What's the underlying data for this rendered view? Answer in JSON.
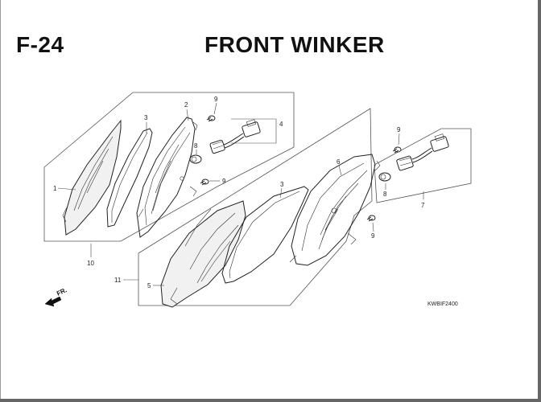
{
  "header": {
    "section_code": "F-24",
    "title": "FRONT WINKER"
  },
  "callouts": {
    "n1": "1",
    "n2": "2",
    "n3a": "3",
    "n3b": "3",
    "n4": "4",
    "n5": "5",
    "n6": "6",
    "n7": "7",
    "n8a": "8",
    "n8b": "8",
    "n9a": "9",
    "n9b": "9",
    "n9c": "9",
    "n9d": "9",
    "n10": "10",
    "n11": "11"
  },
  "direction_marker": "FR.",
  "drawing_code": "KWBIF2400"
}
